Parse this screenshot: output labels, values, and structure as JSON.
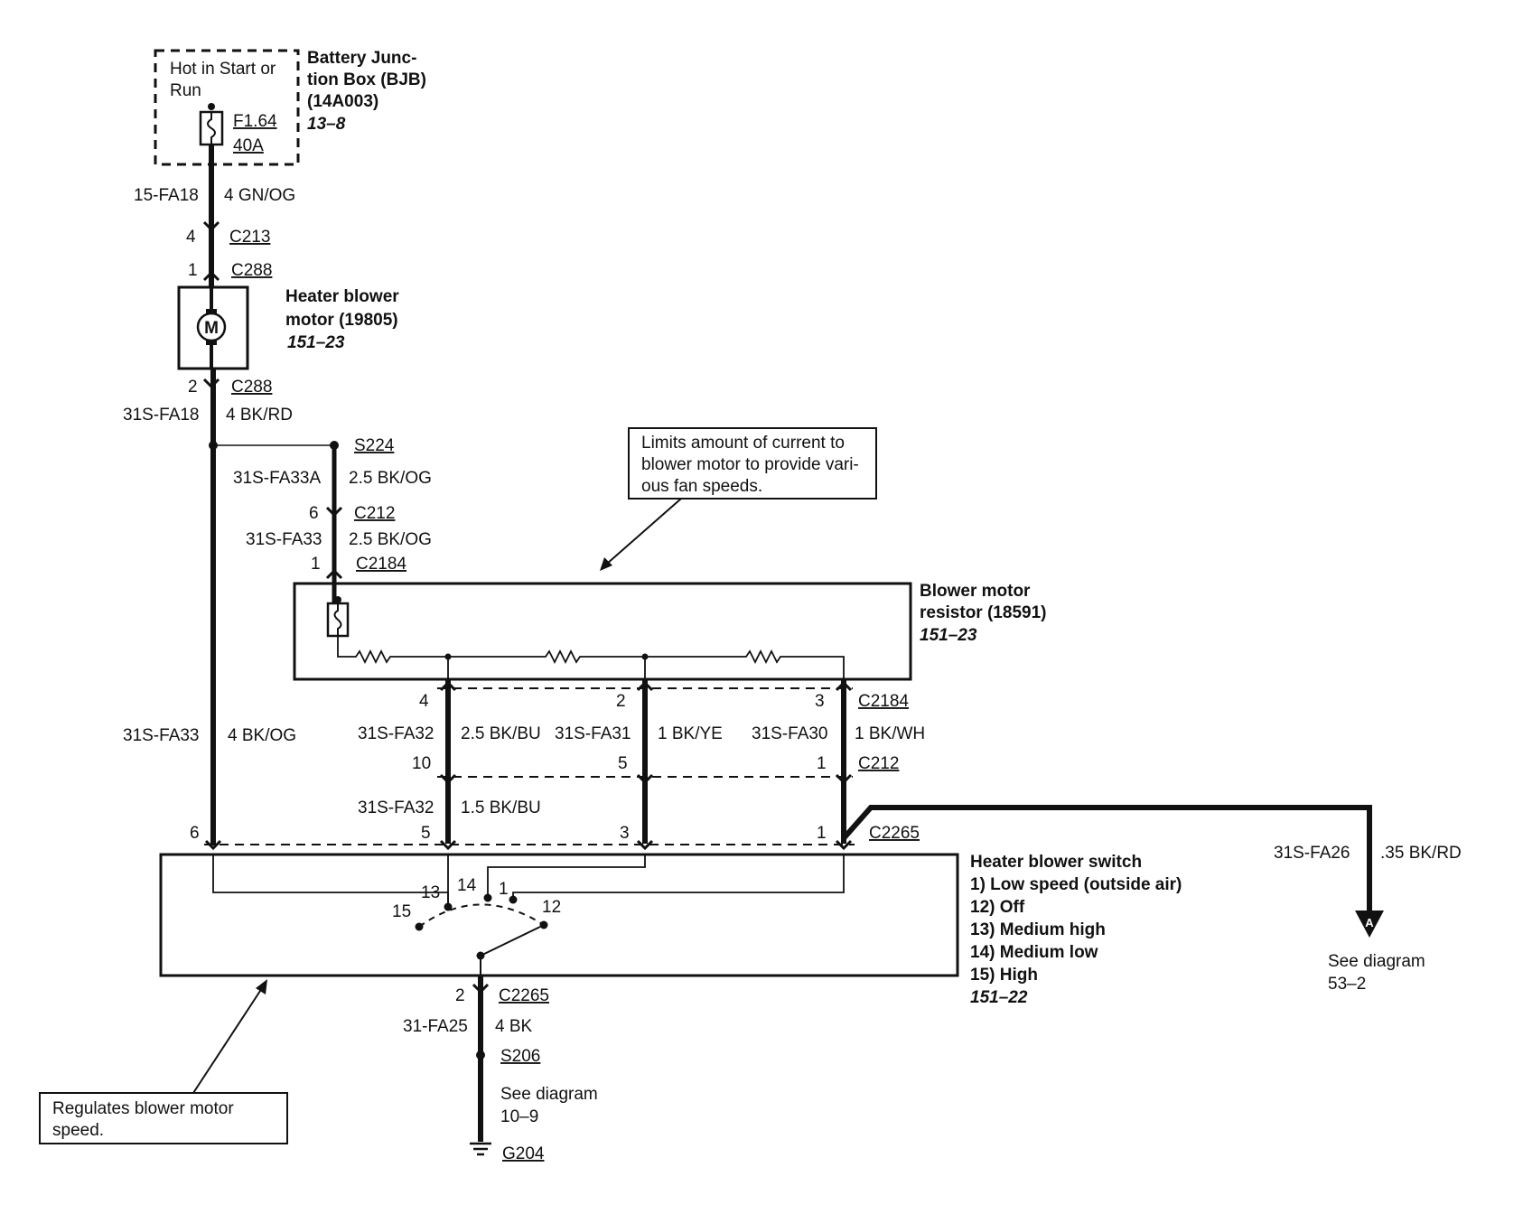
{
  "bjb": {
    "condition_line1": "Hot in Start or",
    "condition_line2": "Run",
    "name_line1": "Battery Junc-",
    "name_line2": "tion Box (BJB)",
    "part": "(14A003)",
    "ref": "13–8",
    "fuse_id": "F1.64",
    "fuse_rating": "40A"
  },
  "wire_bjb_c213": {
    "circuit": "15-FA18",
    "gauge_color": "4 GN/OG"
  },
  "c213": {
    "pin": "4",
    "name": "C213"
  },
  "c288_top": {
    "pin": "1",
    "name": "C288"
  },
  "blower_motor": {
    "symbol": "M",
    "name_line1": "Heater blower",
    "name_line2": "motor (19805)",
    "ref": "151–23"
  },
  "c288_bottom": {
    "pin": "2",
    "name": "C288"
  },
  "wire_motor_out": {
    "circuit": "31S-FA18",
    "gauge_color": "4 BK/RD"
  },
  "s224": {
    "name": "S224"
  },
  "wire_s224": {
    "circuit": "31S-FA33A",
    "gauge_color": "2.5 BK/OG"
  },
  "c212_in": {
    "pin": "6",
    "name": "C212"
  },
  "wire_c212": {
    "circuit": "31S-FA33",
    "gauge_color": "2.5 BK/OG"
  },
  "c2184_in": {
    "pin": "1",
    "name": "C2184"
  },
  "note_resistor": {
    "line1": "Limits amount of current to",
    "line2": "blower motor to provide vari-",
    "line3": "ous fan speeds."
  },
  "resistor": {
    "name_line1": "Blower motor",
    "name_line2": "resistor (18591)",
    "ref": "151–23"
  },
  "c2184_pins": {
    "p4": "4",
    "p2": "2",
    "p3": "3",
    "name": "C2184"
  },
  "wire_fa32_upper": {
    "circuit": "31S-FA32",
    "gauge_color": "2.5 BK/BU"
  },
  "wire_fa31": {
    "circuit": "31S-FA31",
    "gauge_color": "1 BK/YE"
  },
  "wire_fa30": {
    "circuit": "31S-FA30",
    "gauge_color": "1 BK/WH"
  },
  "c212_pins": {
    "p10": "10",
    "p5": "5",
    "p1": "1",
    "name": "C212"
  },
  "wire_main": {
    "circuit": "31S-FA33",
    "gauge_color": "4 BK/OG"
  },
  "wire_fa32_lower": {
    "circuit": "31S-FA32",
    "gauge_color": "1.5 BK/BU"
  },
  "c2265_pins": {
    "p6": "6",
    "p5": "5",
    "p3": "3",
    "p1": "1",
    "name": "C2265"
  },
  "wire_fa26": {
    "circuit": "31S-FA26",
    "gauge_color": ".35 BK/RD"
  },
  "connector_a": {
    "label": "A",
    "see_line1": "See diagram",
    "see_line2": "53–2"
  },
  "switch": {
    "name": "Heater blower switch",
    "pos1": "1)   Low speed (outside air)",
    "pos12": "12)  Off",
    "pos13": "13)  Medium high",
    "pos14": "14)  Medium low",
    "pos15": "15)  High",
    "ref": "151–22",
    "t15": "15",
    "t13": "13",
    "t14": "14",
    "t1": "1",
    "t12": "12"
  },
  "c2265_bottom": {
    "pin": "2",
    "name": "C2265"
  },
  "wire_ground": {
    "circuit": "31-FA25",
    "gauge_color": "4 BK"
  },
  "s206": {
    "name": "S206"
  },
  "ground_ref": {
    "line1": "See diagram",
    "line2": "10–9"
  },
  "g204": {
    "name": "G204"
  },
  "note_switch": {
    "line1": "Regulates blower motor",
    "line2": "speed."
  }
}
